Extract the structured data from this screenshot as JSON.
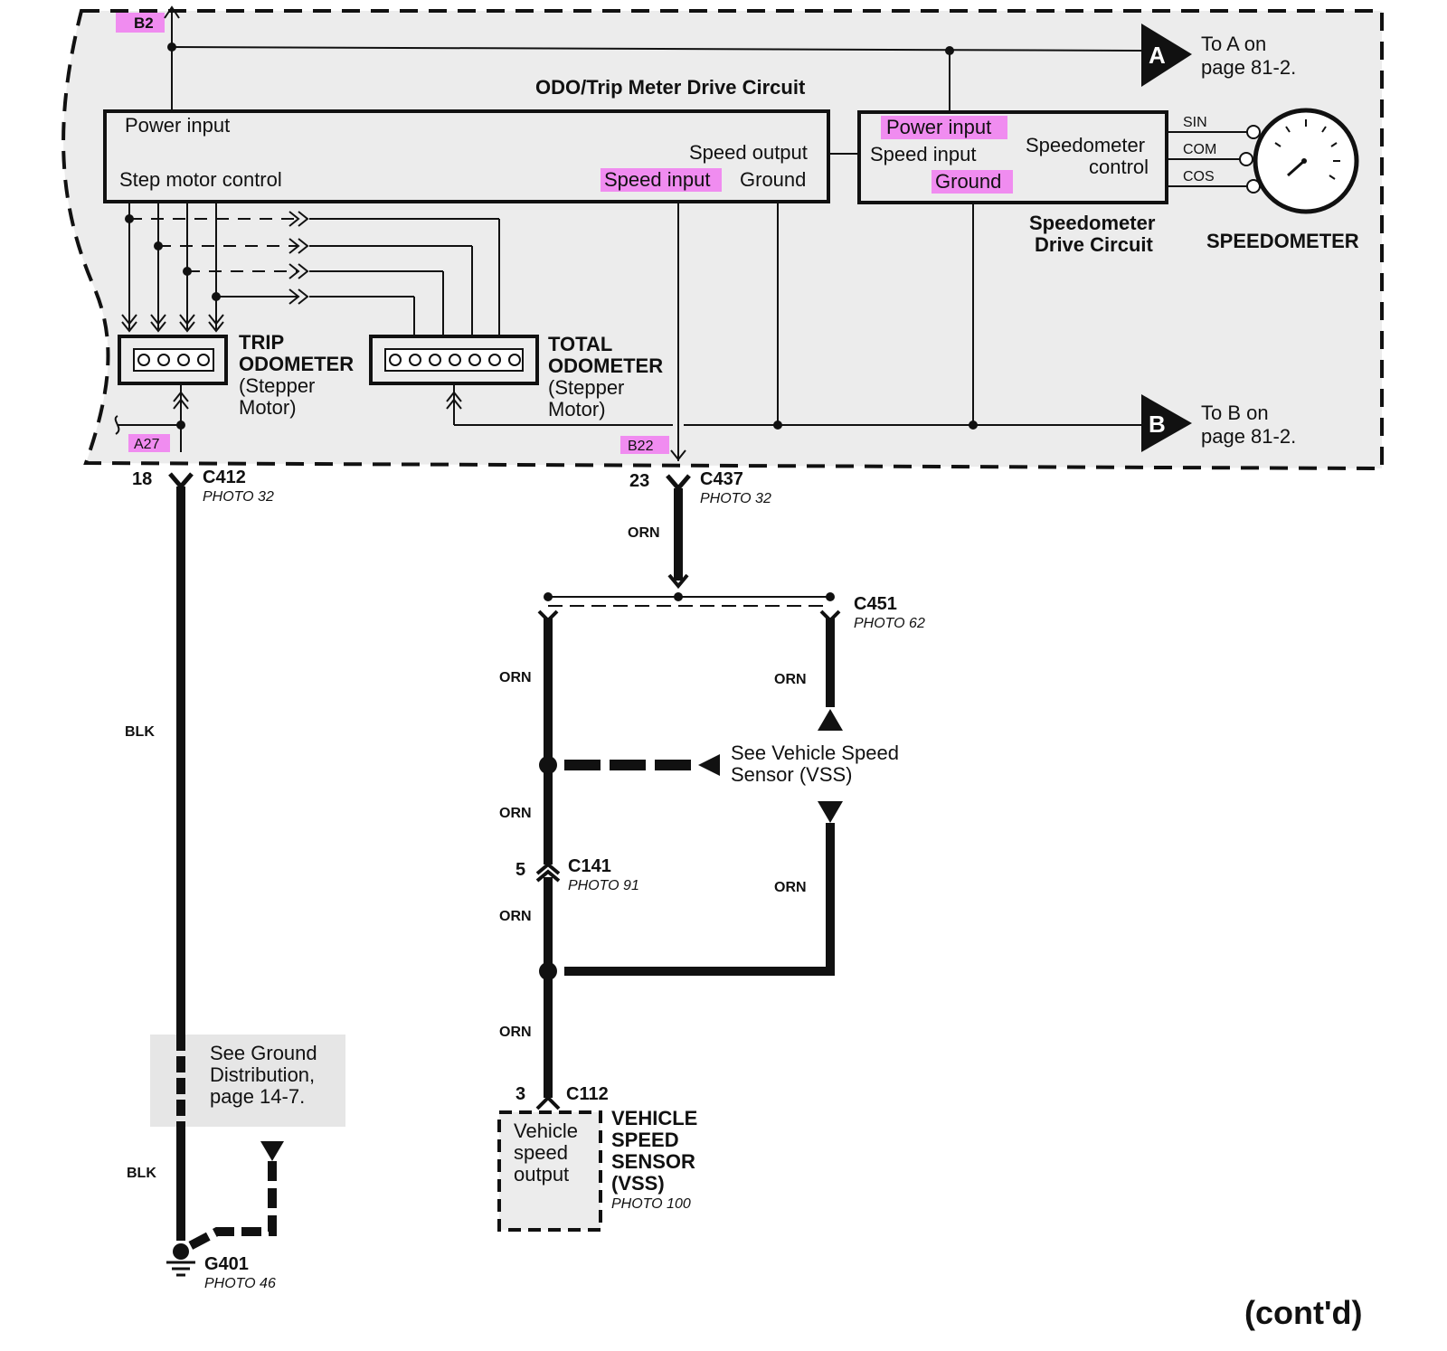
{
  "colors": {
    "panel_fill": "#ececec",
    "highlight": "#f08cf0",
    "wire": "#111111",
    "background": "#ffffff"
  },
  "labels": {
    "b2": "B2",
    "a27": "A27",
    "b22": "B22",
    "odo_title": "ODO/Trip Meter Drive Circuit",
    "odo_power_input": "Power input",
    "odo_step_motor": "Step motor control",
    "odo_speed_output": "Speed output",
    "odo_speed_input": "Speed input",
    "odo_ground": "Ground",
    "spd_power_input": "Power input",
    "spd_speed_input": "Speed input",
    "spd_ground": "Ground",
    "spd_control_1": "Speedometer",
    "spd_control_2": "control",
    "spd_drive_1": "Speedometer",
    "spd_drive_2": "Drive Circuit",
    "sin": "SIN",
    "com": "COM",
    "cos": "COS",
    "speedometer": "SPEEDOMETER",
    "to_a_letter": "A",
    "to_a_1": "To A on",
    "to_a_2": "page 81-2.",
    "to_b_letter": "B",
    "to_b_1": "To B on",
    "to_b_2": "page 81-2.",
    "trip_1": "TRIP",
    "trip_2": "ODOMETER",
    "trip_3": "(Stepper",
    "trip_4": "Motor)",
    "total_1": "TOTAL",
    "total_2": "ODOMETER",
    "total_3": "(Stepper",
    "total_4": "Motor)",
    "pin_18": "18",
    "c412": "C412",
    "c412_photo": "PHOTO 32",
    "pin_23": "23",
    "c437": "C437",
    "c437_photo": "PHOTO 32",
    "c451": "C451",
    "c451_photo": "PHOTO 62",
    "pin_5": "5",
    "c141": "C141",
    "c141_photo": "PHOTO 91",
    "pin_3": "3",
    "c112": "C112",
    "vss_box_1": "Vehicle",
    "vss_box_2": "speed",
    "vss_box_3": "output",
    "vss_1": "VEHICLE",
    "vss_2": "SPEED",
    "vss_3": "SENSOR",
    "vss_4": "(VSS)",
    "vss_photo": "PHOTO 100",
    "see_vss_1": "See Vehicle Speed",
    "see_vss_2": "Sensor (VSS)",
    "see_ground_1": "See Ground",
    "see_ground_2": "Distribution,",
    "see_ground_3": "page 14-7.",
    "g401": "G401",
    "g401_photo": "PHOTO 46",
    "contd": "(cont'd)"
  },
  "wire_colors": {
    "blk_upper": "BLK",
    "blk_lower": "BLK",
    "orn_c437": "ORN",
    "orn_left_upper": "ORN",
    "orn_right_upper": "ORN",
    "orn_left_mid": "ORN",
    "orn_left_lower": "ORN",
    "orn_right_lower": "ORN",
    "orn_left_bottom": "ORN"
  }
}
